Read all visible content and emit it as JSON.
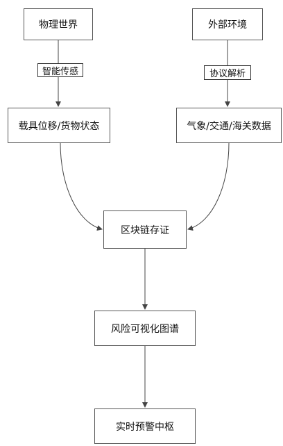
{
  "nodes": {
    "physical_world": "物理世界",
    "external_env": "外部环境",
    "carrier_state": "载具位移/货物状态",
    "env_data": "气象/交通/海关数据",
    "blockchain": "区块链存证",
    "risk_graph": "风险可视化图谱",
    "warning_center": "实时预警中枢"
  },
  "edge_labels": {
    "sensing": "智能传感",
    "protocol": "协议解析"
  },
  "colors": {
    "border": "#555555",
    "arrow": "#444444",
    "background": "#ffffff"
  }
}
